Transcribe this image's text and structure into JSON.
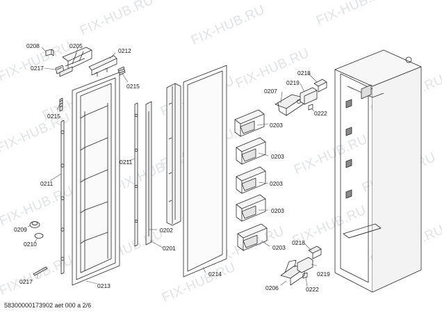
{
  "watermark": {
    "text": "FIX-HUB.RU"
  },
  "part_labels": [
    "0208",
    "0205",
    "0212",
    "0217",
    "0215",
    "0215",
    "0211",
    "0211",
    "0209",
    "0210",
    "0217",
    "0213",
    "0202",
    "0201",
    "0214",
    "0207",
    "0218",
    "0219",
    "0222",
    "0203",
    "0203",
    "0203",
    "0203",
    "0203",
    "0218",
    "0219",
    "0206",
    "0222"
  ],
  "footer": {
    "text": "58300000173902 aet 000 a 2/6"
  }
}
